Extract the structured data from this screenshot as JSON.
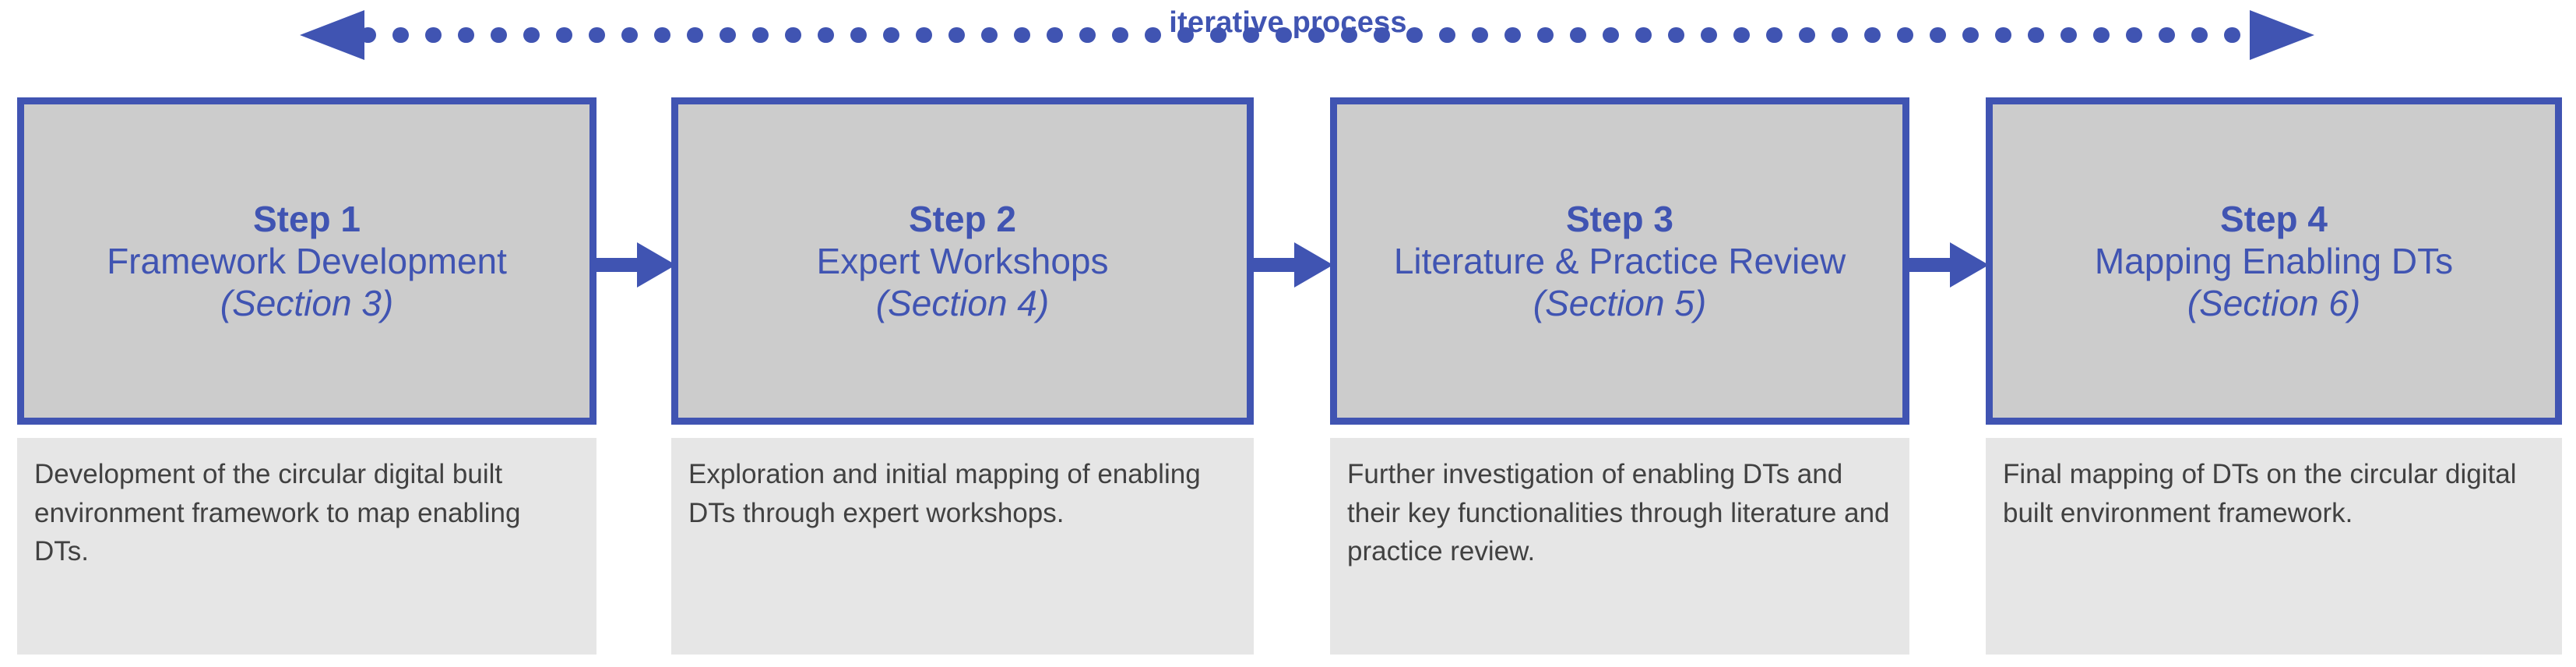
{
  "diagram": {
    "title": "Research methodology step process",
    "accent_color": "#4054B2",
    "box_fill_color": "#CCCCCC",
    "description_fill_color": "#E6E6E6",
    "description_text_color": "#414141",
    "background_color": "#FFFFFF"
  },
  "iterative": {
    "label": "iterative process",
    "direction": "bidirectional",
    "line_style": "dotted"
  },
  "steps": [
    {
      "title": "Step 1",
      "name": "Framework Development",
      "section": "(Section 3)",
      "description": "Development of the circular digital built environment framework to map enabling DTs."
    },
    {
      "title": "Step 2",
      "name": "Expert Workshops",
      "section": "(Section 4)",
      "description": "Exploration and initial mapping of enabling DTs through expert workshops."
    },
    {
      "title": "Step 3",
      "name": "Literature & Practice Review",
      "section": "(Section 5)",
      "description": "Further investigation of enabling DTs and their key functionalities through literature and practice review."
    },
    {
      "title": "Step 4",
      "name": "Mapping Enabling DTs",
      "section": "(Section 6)",
      "description": "Final mapping of DTs on the circular digital built environment framework."
    }
  ],
  "connectors": [
    {
      "from": "Step 1",
      "to": "Step 2",
      "direction": "right"
    },
    {
      "from": "Step 2",
      "to": "Step 3",
      "direction": "right"
    },
    {
      "from": "Step 3",
      "to": "Step 4",
      "direction": "right"
    }
  ]
}
